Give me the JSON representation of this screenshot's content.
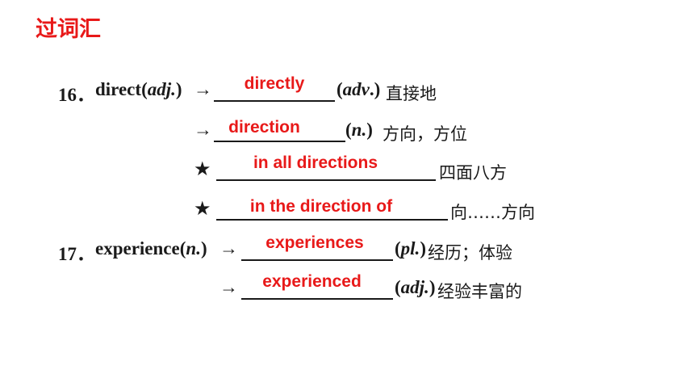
{
  "title": "过词汇",
  "entries": {
    "e16": {
      "number": "16．",
      "word": "direct",
      "word_pos": "adj.",
      "forms": [
        {
          "marker": "→",
          "answer": "directly",
          "pos": "adv",
          "meaning": "直接地"
        },
        {
          "marker": "→",
          "answer": "direction",
          "pos": "n.",
          "meaning": "方向，方位"
        },
        {
          "marker": "★",
          "answer": "in all directions",
          "meaning": "四面八方"
        },
        {
          "marker": "★",
          "answer": "in the direction of",
          "meaning": "向……方向"
        }
      ]
    },
    "e17": {
      "number": "17．",
      "word": "experience",
      "word_pos": "n.",
      "forms": [
        {
          "marker": "→",
          "answer": "experiences",
          "pos": "pl.",
          "meaning": "经历；体验"
        },
        {
          "marker": "→",
          "answer": "experienced",
          "pos": "adj.",
          "meaning": "经验丰富的"
        }
      ]
    }
  },
  "colors": {
    "accent": "#e81919",
    "text": "#1a1a1a"
  }
}
